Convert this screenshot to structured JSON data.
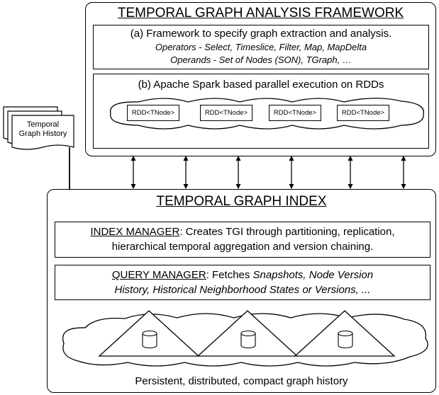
{
  "framework": {
    "title": "TEMPORAL GRAPH ANALYSIS FRAMEWORK",
    "box_a": {
      "heading": "(a) Framework to specify graph extraction and analysis.",
      "operators": "Operators - Select, Timeslice, Filter, Map, MapDelta",
      "operands": "Operands - Set of Nodes (SON), TGraph, …"
    },
    "box_b": {
      "heading": "(b) Apache Spark based parallel execution on RDDs",
      "rdds": [
        "RDD<TNode>",
        "RDD<TNode>",
        "RDD<TNode>",
        "RDD<TNode>"
      ]
    }
  },
  "history_doc": {
    "line1": "Temporal",
    "line2": "Graph History"
  },
  "index": {
    "title": "TEMPORAL GRAPH INDEX",
    "index_manager": {
      "name": "INDEX MANAGER",
      "line1_rest": ": Creates TGI through partitioning, replication,",
      "line2": "hierarchical temporal aggregation and version chaining."
    },
    "query_manager": {
      "name": "QUERY MANAGER",
      "line1_plain": ": Fetches ",
      "line1_italic": "Snapshots, Node Version",
      "line2_italic": "History, Historical Neighborhood States or Versions, ..."
    },
    "storage_caption": "Persistent, distributed, compact graph history"
  }
}
